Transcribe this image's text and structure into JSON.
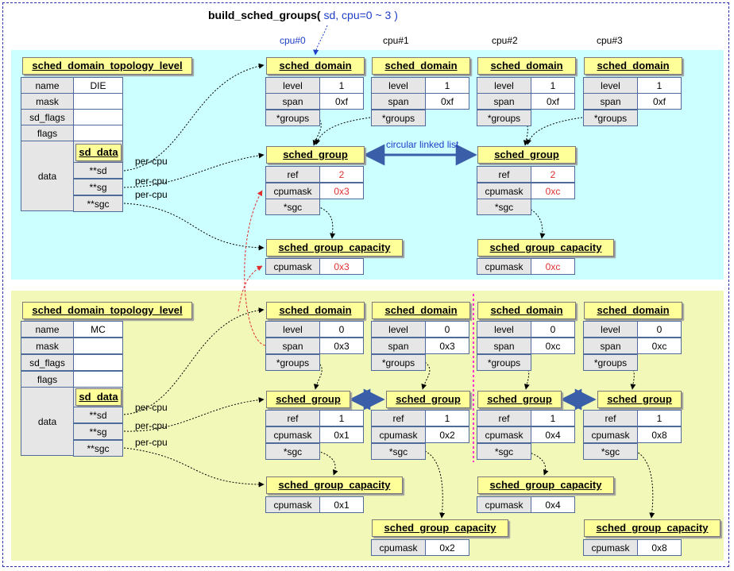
{
  "title": {
    "function": "build_sched_groups(",
    "args": " sd, cpu=0 ~ 3 )"
  },
  "cpu_labels": [
    "cpu#0",
    "cpu#1",
    "cpu#2",
    "cpu#3"
  ],
  "colors": {
    "die_band": "#ccffff",
    "mc_band": "#f2f9b8",
    "header_fill": "#ffff99",
    "accent_blue": "#1f3ec8",
    "red_value": "#e03030",
    "pink_divider": "#ff33cc"
  },
  "labels": {
    "circular_linked_list": "circular linked list",
    "per_cpu": "per-cpu"
  },
  "die": {
    "topology": {
      "header": "sched_domain_topology_level",
      "rows": [
        {
          "label": "name",
          "value": "DIE"
        },
        {
          "label": "mask",
          "value": ""
        },
        {
          "label": "sd_flags",
          "value": ""
        },
        {
          "label": "flags",
          "value": ""
        }
      ],
      "data_label": "data",
      "sd_data": {
        "header": "sd_data",
        "fields": [
          "**sd",
          "**sg",
          "**sgc"
        ]
      }
    },
    "domains": [
      {
        "header": "sched_domain",
        "level": "1",
        "span": "0xf",
        "groups": "*groups"
      },
      {
        "header": "sched_domain",
        "level": "1",
        "span": "0xf",
        "groups": "*groups"
      },
      {
        "header": "sched_domain",
        "level": "1",
        "span": "0xf",
        "groups": "*groups"
      },
      {
        "header": "sched_domain",
        "level": "1",
        "span": "0xf",
        "groups": "*groups"
      }
    ],
    "groups": [
      {
        "header": "sched_group",
        "ref": "2",
        "cpumask": "0x3",
        "sgc": "*sgc"
      },
      {
        "header": "sched_group",
        "ref": "2",
        "cpumask": "0xc",
        "sgc": "*sgc"
      }
    ],
    "capacities": [
      {
        "header": "sched_group_capacity",
        "cpumask": "0x3"
      },
      {
        "header": "sched_group_capacity",
        "cpumask": "0xc"
      }
    ]
  },
  "mc": {
    "topology": {
      "header": "sched_domain_topology_level",
      "rows": [
        {
          "label": "name",
          "value": "MC"
        },
        {
          "label": "mask",
          "value": ""
        },
        {
          "label": "sd_flags",
          "value": ""
        },
        {
          "label": "flags",
          "value": ""
        }
      ],
      "data_label": "data",
      "sd_data": {
        "header": "sd_data",
        "fields": [
          "**sd",
          "**sg",
          "**sgc"
        ]
      }
    },
    "domains": [
      {
        "header": "sched_domain",
        "level": "0",
        "span": "0x3",
        "groups": "*groups"
      },
      {
        "header": "sched_domain",
        "level": "0",
        "span": "0x3",
        "groups": "*groups"
      },
      {
        "header": "sched_domain",
        "level": "0",
        "span": "0xc",
        "groups": "*groups"
      },
      {
        "header": "sched_domain",
        "level": "0",
        "span": "0xc",
        "groups": "*groups"
      }
    ],
    "groups": [
      {
        "header": "sched_group",
        "ref": "1",
        "cpumask": "0x1",
        "sgc": "*sgc"
      },
      {
        "header": "sched_group",
        "ref": "1",
        "cpumask": "0x2",
        "sgc": "*sgc"
      },
      {
        "header": "sched_group",
        "ref": "1",
        "cpumask": "0x4",
        "sgc": "*sgc"
      },
      {
        "header": "sched_group",
        "ref": "1",
        "cpumask": "0x8",
        "sgc": "*sgc"
      }
    ],
    "capacities": [
      {
        "header": "sched_group_capacity",
        "cpumask": "0x1"
      },
      {
        "header": "sched_group_capacity",
        "cpumask": "0x2"
      },
      {
        "header": "sched_group_capacity",
        "cpumask": "0x4"
      },
      {
        "header": "sched_group_capacity",
        "cpumask": "0x8"
      }
    ]
  },
  "field_labels": {
    "level": "level",
    "span": "span",
    "ref": "ref",
    "cpumask": "cpumask"
  }
}
